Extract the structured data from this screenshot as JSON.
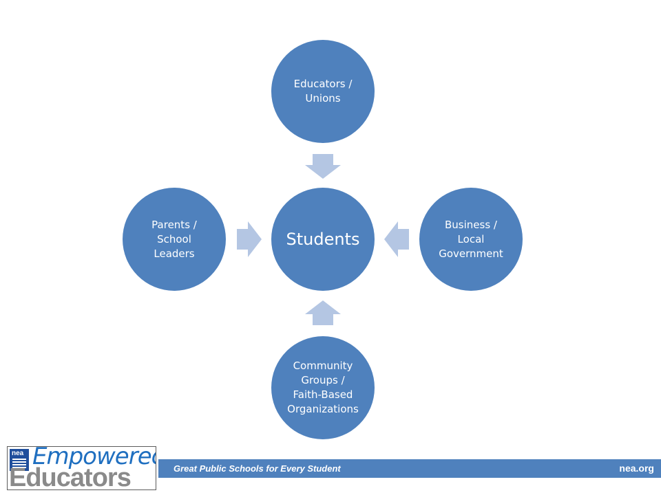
{
  "diagram": {
    "center": "Students",
    "top": "Educators /\nUnions",
    "left": "Parents /\nSchool\nLeaders",
    "right": "Business /\nLocal\nGovernment",
    "bottom": "Community\nGroups /\nFaith-Based\nOrganizations"
  },
  "footer": {
    "tagline": "Great Public Schools for Every Student",
    "site": "nea.org"
  },
  "logo": {
    "badge": "nea",
    "top": "Empowered",
    "bottom": "Educators"
  },
  "colors": {
    "circle": "#4f81bd",
    "arrow": "#b4c6e3",
    "footer": "#4f81bd"
  }
}
